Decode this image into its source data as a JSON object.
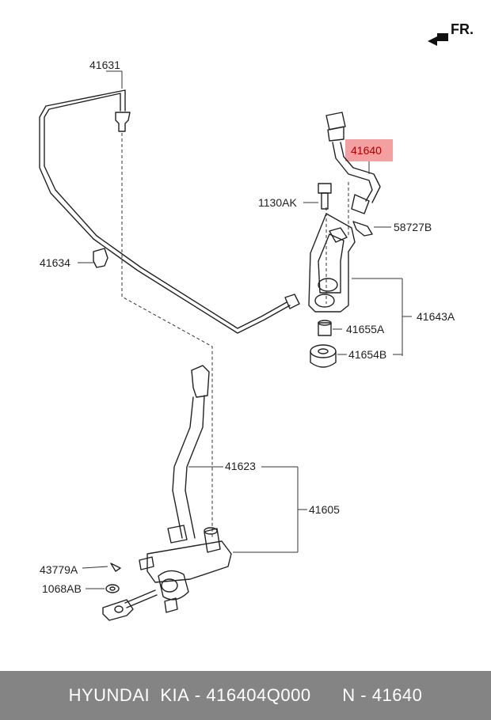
{
  "direction_label": "FR.",
  "labels": {
    "p41631": "41631",
    "p41640": "41640",
    "p1130ak": "1130AK",
    "p58727b": "58727B",
    "p41634": "41634",
    "p41655a": "41655A",
    "p41643a": "41643A",
    "p41654b": "41654B",
    "p41623": "41623",
    "p41605": "41605",
    "p43779a": "43779A",
    "p1068ab": "1068AB"
  },
  "highlight_color": "#f4a0a0",
  "footer": {
    "brand": "HYUNDAI  KIA",
    "part_number": "416404Q000",
    "ref": "N - 41640"
  }
}
